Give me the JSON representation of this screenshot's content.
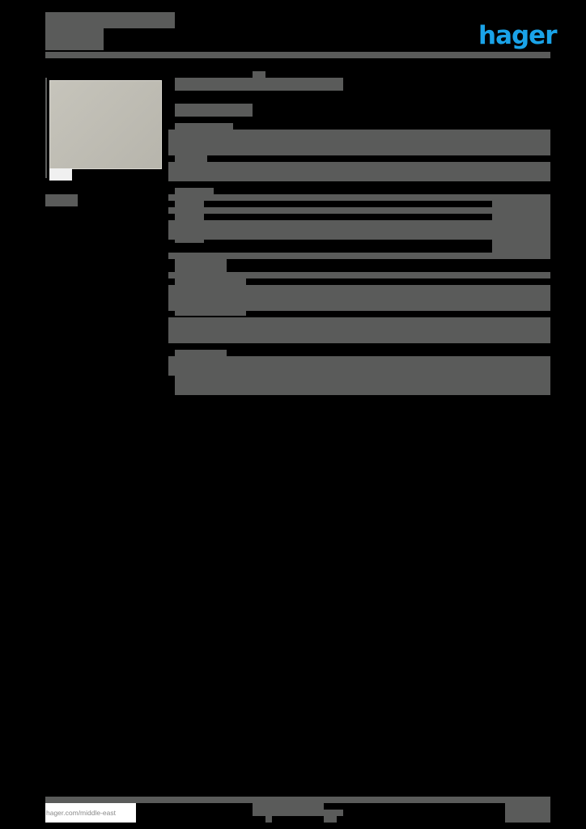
{
  "header": {
    "logo_text": "hager",
    "logo_color": "#1aa3e8",
    "title_redacted": true
  },
  "product": {
    "image_alt": "product photo - beige cover plate",
    "image_label_redacted": true,
    "side_label_redacted": true
  },
  "body": {
    "sections_redacted": 7,
    "redaction_color": "#5a5b5a"
  },
  "footer": {
    "url": "hager.com/middle-east"
  }
}
